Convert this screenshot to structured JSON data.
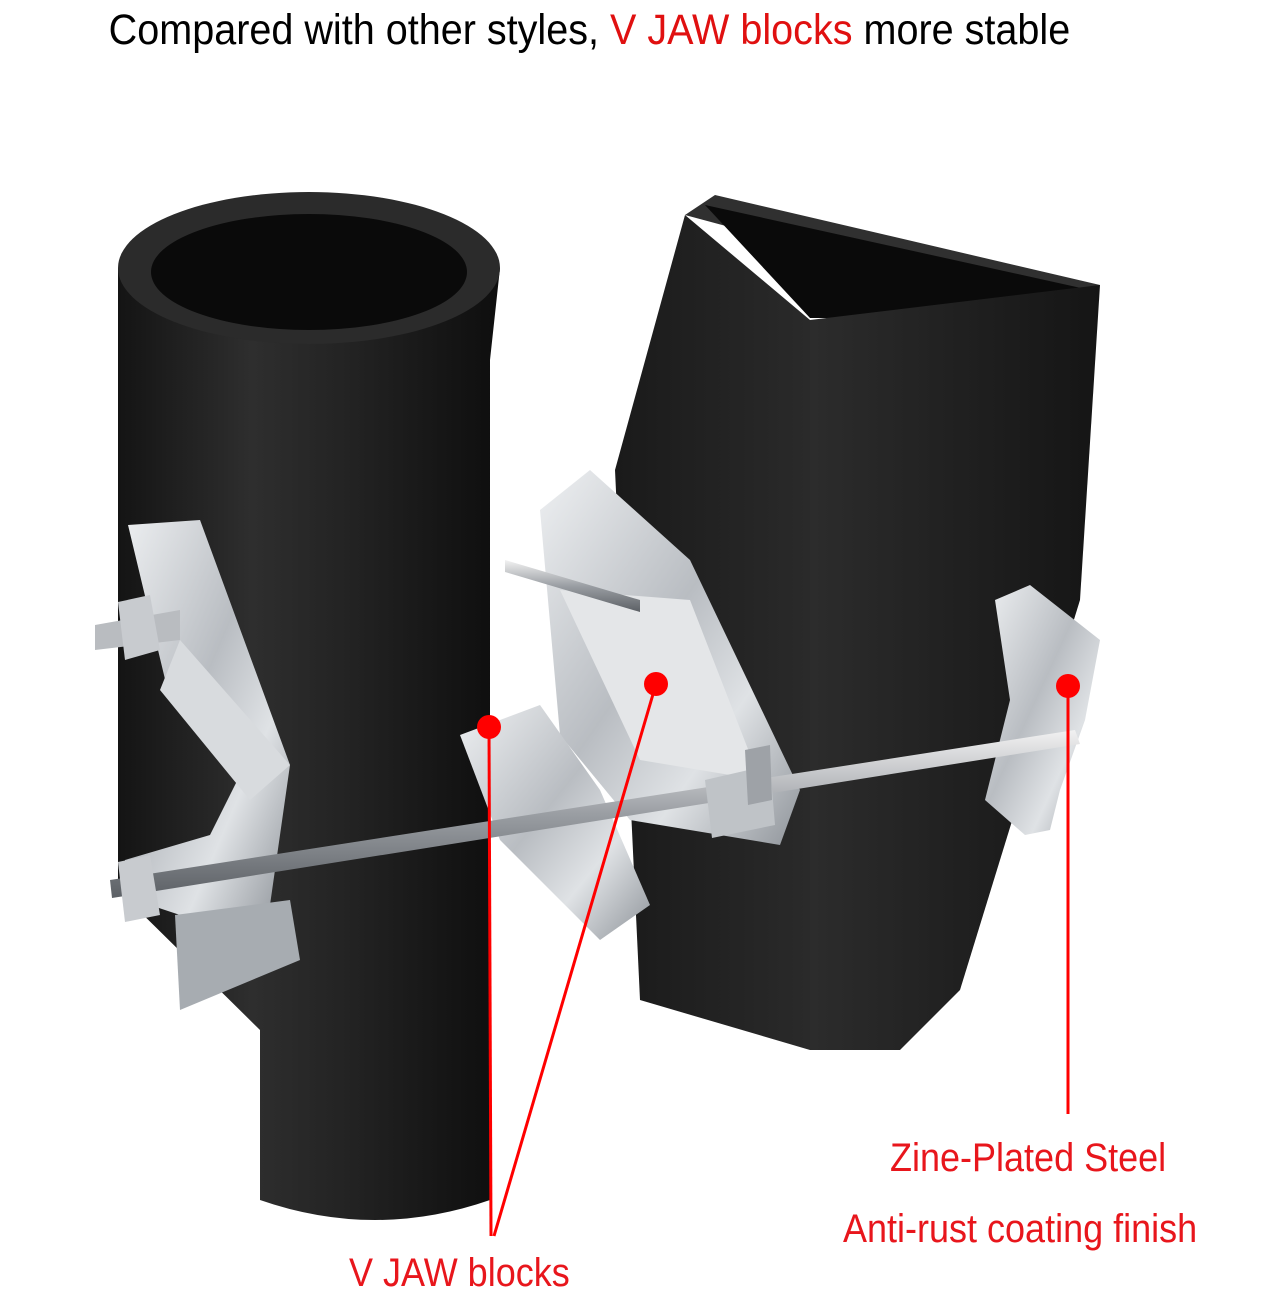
{
  "headline": {
    "before": "Compared with other styles, ",
    "highlight": "V JAW blocks",
    "after": " more stable"
  },
  "callouts": {
    "vjaw": "V JAW blocks",
    "steel_line1": "Zine-Plated Steel",
    "steel_line2": "Anti-rust coating finish"
  },
  "colors": {
    "headline_text": "#000000",
    "highlight_red": "#e01010",
    "callout_red": "#e8161c",
    "pipe_black": "#1c1c1c",
    "zinc_silver": "#c9ccd0"
  }
}
